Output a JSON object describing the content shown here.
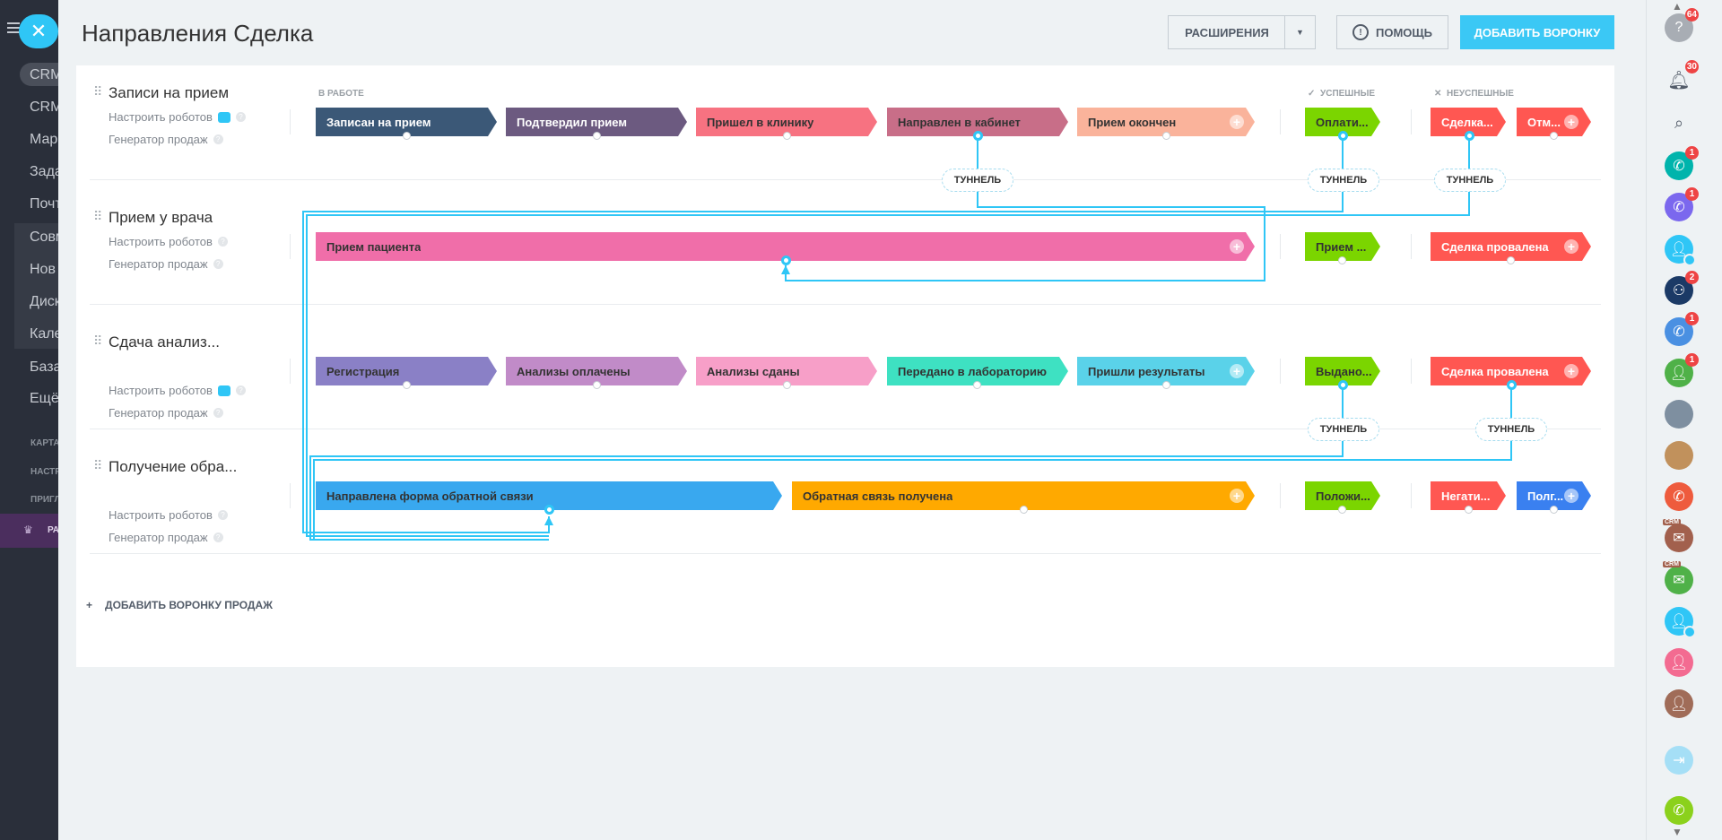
{
  "left_sidebar": {
    "items": [
      "CRM",
      "CRM",
      "Мар",
      "Зада",
      "Почт",
      "Совм",
      "Нов",
      "Диск",
      "Кале",
      "База",
      "Ещё"
    ],
    "small_items": [
      "КАРТА",
      "НАСТР",
      "ПРИГЛ"
    ],
    "bottom_item": "РА"
  },
  "header": {
    "title": "Направления Сделка",
    "extensions_label": "РАСШИРЕНИЯ",
    "help_label": "ПОМОЩЬ",
    "add_funnel_label": "ДОБАВИТЬ ВОРОНКУ"
  },
  "columns": {
    "in_work": "В РАБОТЕ",
    "success": "УСПЕШНЫЕ",
    "fail": "НЕУСПЕШНЫЕ"
  },
  "funnel_links": {
    "robots": "Настроить роботов",
    "generator": "Генератор продаж"
  },
  "funnels": [
    {
      "title": "Записи на прием",
      "stages": [
        "Записан на прием",
        "Подтвердил прием",
        "Пришел в клинику",
        "Направлен в кабинет",
        "Прием окончен"
      ],
      "success": [
        "Оплати..."
      ],
      "fail": [
        "Сделка...",
        "Отм..."
      ]
    },
    {
      "title": "Прием у врача",
      "stages": [
        "Прием пациента"
      ],
      "success": [
        "Прием ..."
      ],
      "fail": [
        "Сделка провалена"
      ]
    },
    {
      "title": "Сдача анализ...",
      "stages": [
        "Регистрация",
        "Анализы оплачены",
        "Анализы сданы",
        "Передано в лабораторию",
        "Пришли результаты"
      ],
      "success": [
        "Выдано..."
      ],
      "fail": [
        "Сделка провалена"
      ]
    },
    {
      "title": "Получение обра...",
      "stages": [
        "Направлена форма обратной связи",
        "Обратная связь получена"
      ],
      "success": [
        "Положи..."
      ],
      "fail": [
        "Негати...",
        "Полг..."
      ]
    }
  ],
  "tunnel_label": "ТУННЕЛЬ",
  "add_sales_funnel": "ДОБАВИТЬ ВОРОНКУ ПРОДАЖ",
  "right_sidebar": {
    "help_badge": "64",
    "bell_badge": "30",
    "badges": [
      "1",
      "1",
      "2",
      "1",
      "1"
    ],
    "crm_tag": "CRM"
  },
  "colors": {
    "accent": "#3bc8f5",
    "tunnel_line": "#2fc6f6"
  }
}
